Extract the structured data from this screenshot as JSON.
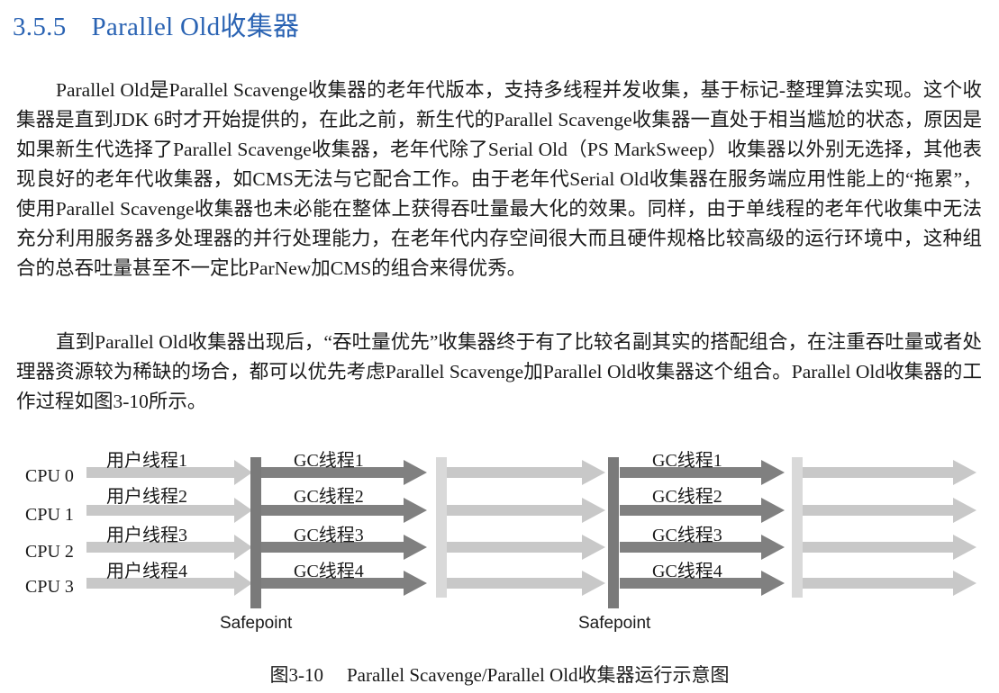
{
  "section": {
    "number": "3.5.5",
    "title": "Parallel Old收集器"
  },
  "paragraphs": [
    "Parallel Old是Parallel Scavenge收集器的老年代版本，支持多线程并发收集，基于标记-整理算法实现。这个收集器是直到JDK 6时才开始提供的，在此之前，新生代的Parallel Scavenge收集器一直处于相当尴尬的状态，原因是如果新生代选择了Parallel Scavenge收集器，老年代除了Serial Old（PS MarkSweep）收集器以外别无选择，其他表现良好的老年代收集器，如CMS无法与它配合工作。由于老年代Serial Old收集器在服务端应用性能上的“拖累”，使用Parallel Scavenge收集器也未必能在整体上获得吞吐量最大化的效果。同样，由于单线程的老年代收集中无法充分利用服务器多处理器的并行处理能力，在老年代内存空间很大而且硬件规格比较高级的运行环境中，这种组合的总吞吐量甚至不一定比ParNew加CMS的组合来得优秀。",
    "直到Parallel Old收集器出现后，“吞吐量优先”收集器终于有了比较名副其实的搭配组合，在注重吞吐量或者处理器资源较为稀缺的场合，都可以优先考虑Parallel Scavenge加Parallel Old收集器这个组合。Parallel Old收集器的工作过程如图3-10所示。"
  ],
  "diagram": {
    "cpus": [
      "CPU 0",
      "CPU 1",
      "CPU 2",
      "CPU 3"
    ],
    "user_threads": [
      "用户线程1",
      "用户线程2",
      "用户线程3",
      "用户线程4"
    ],
    "gc_threads": [
      "GC线程1",
      "GC线程2",
      "GC线程3",
      "GC线程4"
    ],
    "safepoint_label": "Safepoint",
    "colors": {
      "light_arrow": "#c8c8c8",
      "dark_arrow": "#808080",
      "bar": "#7a7a7a",
      "light_bar": "#d9d9d9"
    }
  },
  "caption": {
    "figure": "图3-10",
    "text": "Parallel Scavenge/Parallel Old收集器运行示意图"
  }
}
